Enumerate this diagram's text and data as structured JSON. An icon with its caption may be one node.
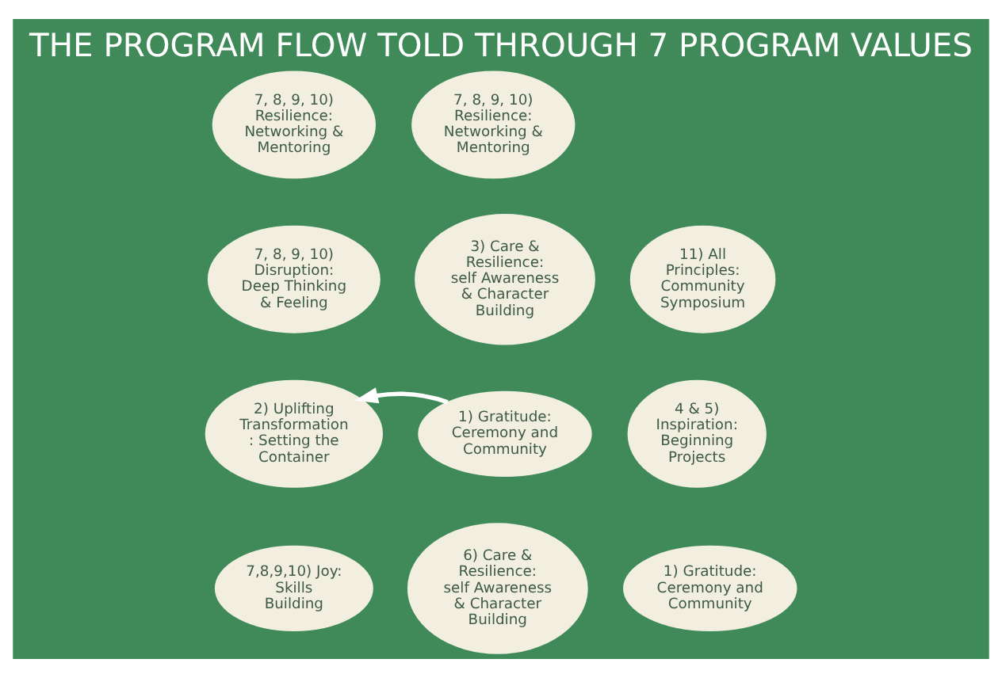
{
  "diagram": {
    "title": "THE PROGRAM FLOW TOLD THROUGH 7 PROGRAM VALUES",
    "nodes": [
      {
        "text": [
          "7, 8, 9, 10) Resilience: Networking & Mentoring"
        ]
      },
      {
        "text": [
          "7, 8, 9, 10) Resilience: Networking & Mentoring"
        ]
      },
      {
        "text": [
          "3) Care & Resilience: self Awareness & Character Building"
        ]
      },
      {
        "text": [
          "7, 8, 9, 10) Disruption: Deep Thinking & Feeling"
        ]
      },
      {
        "text": [
          "11) All Principles: Community Symposium"
        ]
      },
      {
        "text": [
          "2) Uplifting Transformation : Setting the Container"
        ]
      },
      {
        "text": [
          "1) Gratitude: Ceremony and Community"
        ]
      },
      {
        "text": [
          "4 & 5) Inspiration: Beginning Projects"
        ]
      },
      {
        "text": [
          "7,8,9,10) Joy: Skills Building"
        ]
      },
      {
        "text": [
          "6) Care & Resilience: self Awareness & Character Building"
        ]
      },
      {
        "text": [
          "1) Gratitude: Ceremony and Community"
        ]
      }
    ],
    "edges": [
      {
        "from": 6,
        "to": 5,
        "arrow": "to"
      }
    ]
  }
}
